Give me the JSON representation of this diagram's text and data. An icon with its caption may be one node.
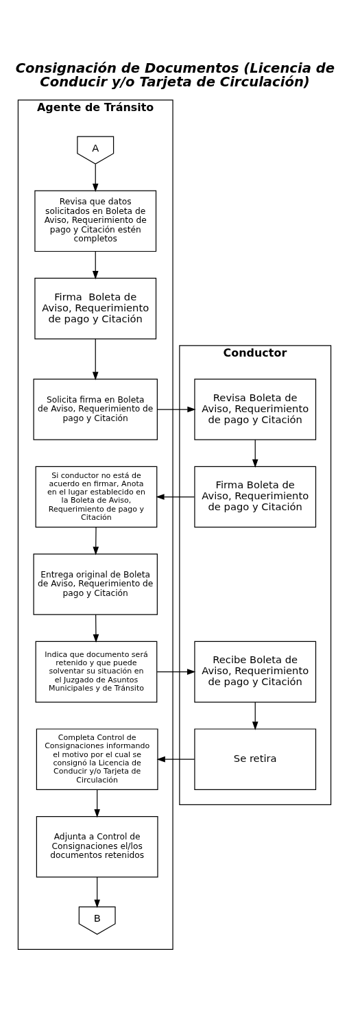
{
  "diagram": {
    "title": "Consignación de Documentos (Licencia de Conducir y/o Tarjeta de Circulación)",
    "nodes": [
      {
        "text": [
          "Agente de Tránsito"
        ]
      },
      {
        "text": [
          "Conductor"
        ]
      },
      {
        "text": [
          "A"
        ],
        "in": 0
      },
      {
        "text": [
          "Revisa que datos solicitados en Boleta de Aviso, Requerimiento de pago y Citación estén completos"
        ],
        "in": 0
      },
      {
        "text": [
          "Firma  Boleta de Aviso, Requerimiento de pago y Citación"
        ],
        "in": 0
      },
      {
        "text": [
          "Solicita firma en Boleta de Aviso, Requerimiento de pago y Citación"
        ],
        "in": 0
      },
      {
        "text": [
          "Revisa Boleta de Aviso, Requerimiento de pago y Citación"
        ],
        "in": 1
      },
      {
        "text": [
          "Firma Boleta de Aviso, Requerimiento de pago y Citación"
        ],
        "in": 1
      },
      {
        "text": [
          "Si conductor no está de acuerdo en firmar, Anota en el lugar establecido en la Boleta de Aviso, Requerimiento de pago y Citación"
        ],
        "in": 0
      },
      {
        "text": [
          "Entrega original de Boleta de Aviso, Requerimiento de pago y Citación"
        ],
        "in": 0
      },
      {
        "text": [
          "Indica que documento será retenido y que puede solventar su situación en el Juzgado de Asuntos Municipales y de Tránsito"
        ],
        "in": 0
      },
      {
        "text": [
          "Recibe Boleta de Aviso, Requerimiento de pago y Citación"
        ],
        "in": 1
      },
      {
        "text": [
          "Se retira"
        ],
        "in": 1
      },
      {
        "text": [
          "Completa Control de Consignaciones informando el motivo por el cual se consignó la Licencia de Conducir y/o Tarjeta de Circulación"
        ],
        "in": 0
      },
      {
        "text": [
          "Adjunta a Control de Consignaciones el/los documentos retenidos"
        ],
        "in": 0
      },
      {
        "text": [
          "B"
        ],
        "in": 0
      }
    ],
    "edges": [
      {
        "from": 2,
        "to": 3,
        "arrow": "to"
      },
      {
        "from": 3,
        "to": 4,
        "arrow": "to"
      },
      {
        "from": 4,
        "to": 5,
        "arrow": "to"
      },
      {
        "from": 5,
        "to": 6,
        "arrow": "to"
      },
      {
        "from": 6,
        "to": 7,
        "arrow": "to"
      },
      {
        "from": 7,
        "to": 8,
        "arrow": "to"
      },
      {
        "from": 8,
        "to": 9,
        "arrow": "to"
      },
      {
        "from": 9,
        "to": 10,
        "arrow": "to"
      },
      {
        "from": 10,
        "to": 11,
        "arrow": "to"
      },
      {
        "from": 11,
        "to": 12,
        "arrow": "to"
      },
      {
        "from": 12,
        "to": 13,
        "arrow": "to"
      },
      {
        "from": 13,
        "to": 14,
        "arrow": "to"
      },
      {
        "from": 14,
        "to": 15,
        "arrow": "to"
      }
    ]
  }
}
